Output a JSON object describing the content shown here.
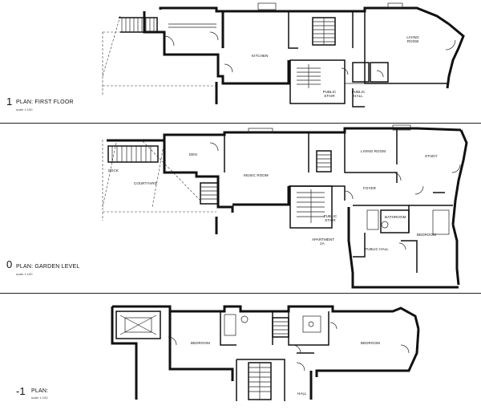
{
  "plans": [
    {
      "number": "1",
      "title": "PLAN: FIRST FLOOR",
      "scale": "scale 1:100",
      "rooms": {
        "kitchen": "KITCHEN",
        "living_room": "LIVING ROOM",
        "public_stair": "PUBLIC STAIR",
        "public_hall": "PUBLIC HALL"
      }
    },
    {
      "number": "0",
      "title": "PLAN: GARDEN LEVEL",
      "scale": "scale 1:100",
      "rooms": {
        "deck": "DECK",
        "courtyard": "COURTYARD",
        "den": "DEN",
        "music_room": "MUSIC ROOM",
        "living_room": "LIVING ROOM",
        "study": "STUDY",
        "foyer": "FOYER",
        "public_stair": "PUBLIC STAIR",
        "bathroom": "BATHROOM",
        "bedroom": "BEDROOM",
        "apartment": "APARTMENT 2A",
        "public_hall": "PUBLIC HALL"
      }
    },
    {
      "number": "-1",
      "title": "PLAN:",
      "scale": "scale 1:100",
      "rooms": {
        "bedroom_left": "BEDROOM",
        "bedroom_right": "BEDROOM",
        "hall": "HALL"
      }
    }
  ]
}
